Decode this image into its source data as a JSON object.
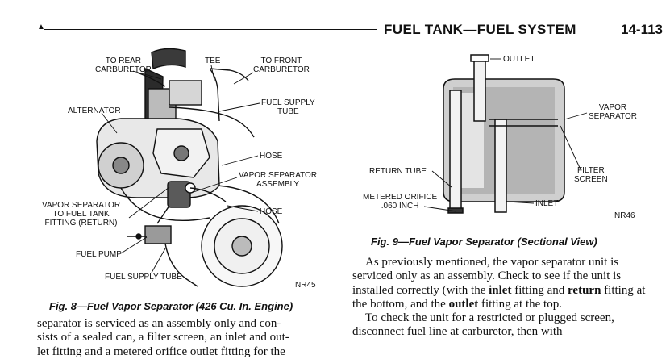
{
  "header": {
    "title": "FUEL TANK—FUEL SYSTEM",
    "page_number": "14-113"
  },
  "figure8": {
    "labels": {
      "to_rear_carb_1": "TO REAR",
      "to_rear_carb_2": "CARBURETOR",
      "tee": "TEE",
      "to_front_carb_1": "TO FRONT",
      "to_front_carb_2": "CARBURETOR",
      "alternator": "ALTERNATOR",
      "fuel_supply_tube_1": "FUEL SUPPLY",
      "fuel_supply_tube_2": "TUBE",
      "hose_upper": "HOSE",
      "vapor_sep_assembly_1": "VAPOR SEPARATOR",
      "vapor_sep_assembly_2": "ASSEMBLY",
      "vapor_sep_fitting_1": "VAPOR SEPARATOR",
      "vapor_sep_fitting_2": "TO FUEL TANK",
      "vapor_sep_fitting_3": "FITTING (RETURN)",
      "hose_lower": "HOSE",
      "fuel_pump": "FUEL PUMP",
      "fuel_supply_tube_bottom": "FUEL SUPPLY TUBE",
      "code": "NR45"
    },
    "caption": "Fig. 8—Fuel Vapor Separator (426 Cu. In. Engine)"
  },
  "figure9": {
    "labels": {
      "outlet": "OUTLET",
      "vapor_separator_1": "VAPOR",
      "vapor_separator_2": "SEPARATOR",
      "return_tube": "RETURN TUBE",
      "filter_screen_1": "FILTER",
      "filter_screen_2": "SCREEN",
      "metered_orifice_1": "METERED ORIFICE",
      "metered_orifice_2": ".060 INCH",
      "inlet": "INLET",
      "code": "NR46"
    },
    "caption": "Fig. 9—Fuel Vapor Separator (Sectional View)"
  },
  "left_column": {
    "line1": "separator is serviced as an assembly only and con-",
    "line2": "sists of a sealed can, a filter screen, an inlet and out-",
    "line3": "let fitting and a metered orifice outlet fitting for the"
  },
  "right_column": {
    "p1_a": "As previously mentioned, the vapor separator unit is serviced only as an assembly. Check to see if the unit is installed correctly (with the ",
    "p1_inlet": "inlet",
    "p1_b": " fitting and ",
    "p1_return": "return",
    "p1_c": " fitting at the bottom, and the ",
    "p1_outlet": "outlet",
    "p1_d": " fitting at the top.",
    "p2": "To check the unit for a restricted or plugged screen, disconnect fuel line at carburetor, then with"
  }
}
